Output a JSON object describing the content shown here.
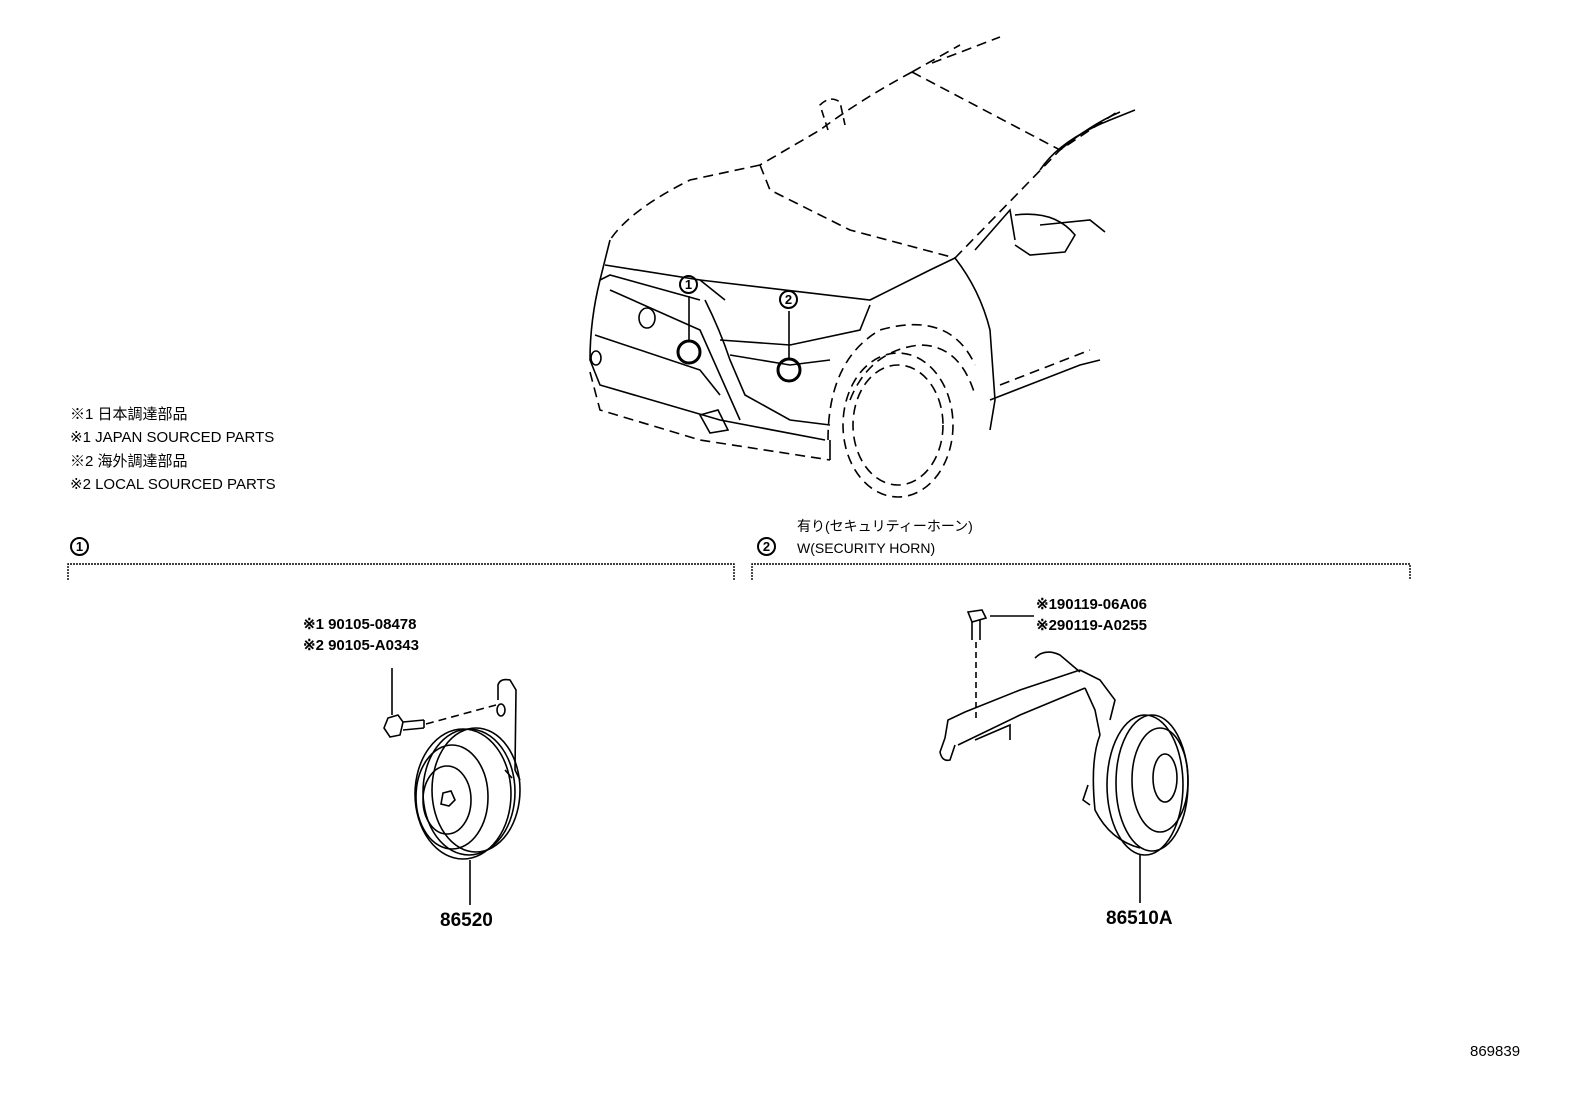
{
  "notes": [
    "※1 日本調達部品",
    "※1 JAPAN SOURCED PARTS",
    "※2 海外調達部品",
    "※2 LOCAL SOURCED PARTS"
  ],
  "callouts": {
    "one": "1",
    "two": "2"
  },
  "section1": {
    "marker": "1"
  },
  "section2": {
    "marker": "2",
    "label_jp": "有り(セキュリティーホーン)",
    "label_en": "W(SECURITY HORN)"
  },
  "parts": {
    "bolt1_line1": "※1 90105-08478",
    "bolt1_line2": "※2 90105-A0343",
    "horn1": "86520",
    "bolt2_line1": "※190119-06A06",
    "bolt2_line2": "※290119-A0255",
    "horn2": "86510A"
  },
  "ref_number": "869839"
}
